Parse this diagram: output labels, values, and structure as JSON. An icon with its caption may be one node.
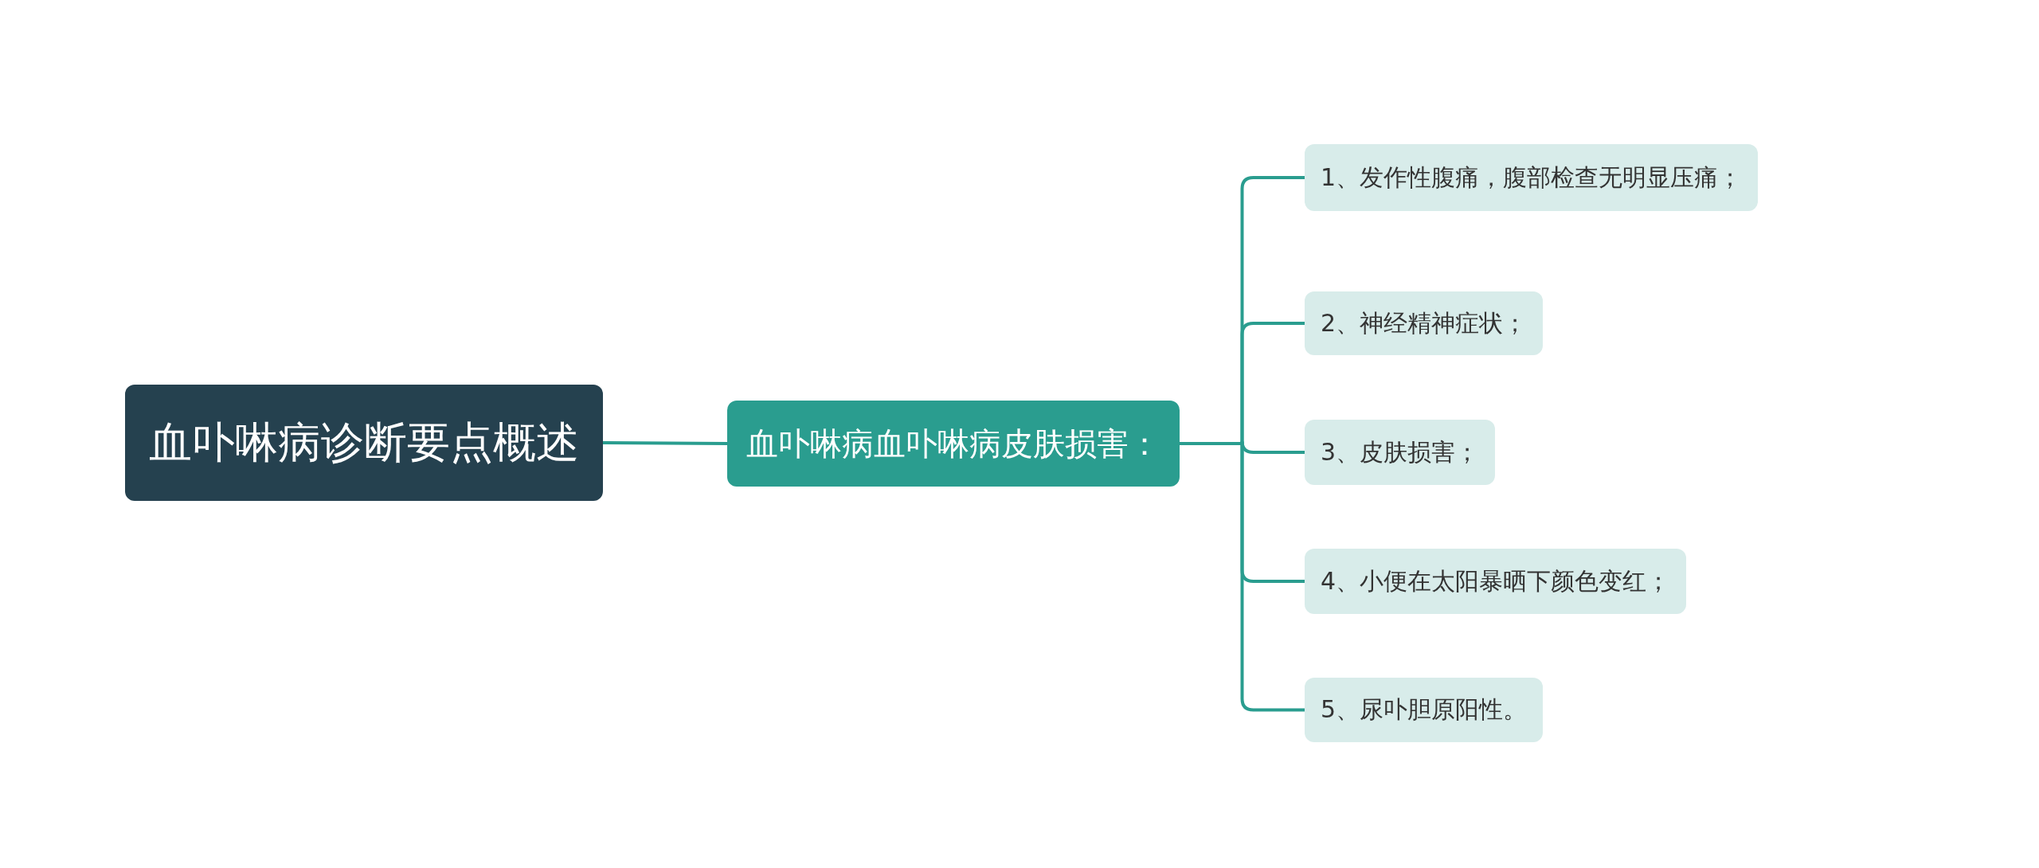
{
  "diagram": {
    "nodes": [
      {
        "text": [
          "血卟啉病诊断要点概述"
        ]
      },
      {
        "text": [
          "血卟啉病血卟啉病皮肤损害："
        ]
      },
      {
        "text": [
          "1、发作性腹痛，腹部检查无明显压痛；"
        ]
      },
      {
        "text": [
          "2、神经精神症状；"
        ]
      },
      {
        "text": [
          "3、皮肤损害；"
        ]
      },
      {
        "text": [
          "4、小便在太阳暴晒下颜色变红；"
        ]
      },
      {
        "text": [
          "5、尿卟胆原阳性。"
        ]
      }
    ],
    "edges": [
      {
        "from": 0,
        "to": 1,
        "arrow": "none"
      },
      {
        "from": 1,
        "to": 2,
        "arrow": "none"
      },
      {
        "from": 1,
        "to": 3,
        "arrow": "none"
      },
      {
        "from": 1,
        "to": 4,
        "arrow": "none"
      },
      {
        "from": 1,
        "to": 5,
        "arrow": "none"
      },
      {
        "from": 1,
        "to": 6,
        "arrow": "none"
      }
    ]
  }
}
